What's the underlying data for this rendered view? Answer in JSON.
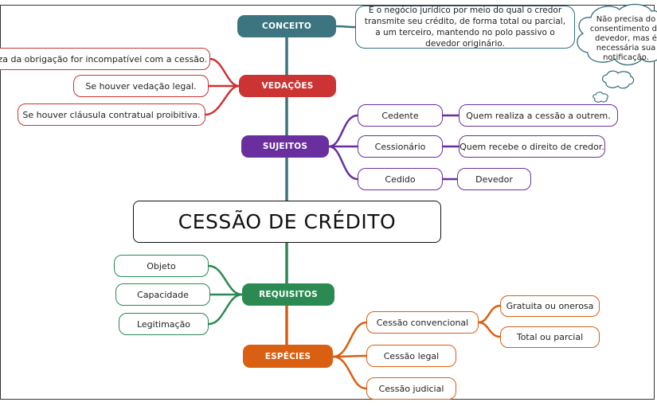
{
  "colors": {
    "conceito": "#3c7580",
    "vedacoes": "#cc3333",
    "sujeitos": "#6a2f9e",
    "requisitos": "#2a8a52",
    "especies": "#d95f12",
    "trunk": "#3c7580"
  },
  "central": {
    "title": "CESSÃO DE CRÉDITO"
  },
  "conceito": {
    "label": "CONCEITO",
    "definition": "É o negócio jurídico por meio do qual o credor transmite seu crédito, de forma total ou parcial, a um terceiro, mantendo no polo passivo o devedor originário.",
    "cloud_note": "Não precisa do consentimento do devedor, mas é necessária sua notificação."
  },
  "vedacoes": {
    "label": "VEDAÇÕES",
    "items": [
      "Se a natureza da obrigação for incompatível com a cessão.",
      "Se houver vedação legal.",
      "Se houver cláusula contratual proibitiva."
    ]
  },
  "sujeitos": {
    "label": "SUJEITOS",
    "items": [
      {
        "role": "Cedente",
        "desc": "Quem realiza a cessão a outrem."
      },
      {
        "role": "Cessionário",
        "desc": "Quem recebe o direito de credor."
      },
      {
        "role": "Cedido",
        "desc": "Devedor"
      }
    ]
  },
  "requisitos": {
    "label": "REQUISITOS",
    "items": [
      "Objeto",
      "Capacidade",
      "Legitimação"
    ]
  },
  "especies": {
    "label": "ESPÉCIES",
    "items": [
      {
        "name": "Cessão convencional",
        "sub": [
          "Gratuita ou onerosa",
          "Total ou parcial"
        ]
      },
      {
        "name": "Cessão legal"
      },
      {
        "name": "Cessão judicial"
      }
    ]
  }
}
